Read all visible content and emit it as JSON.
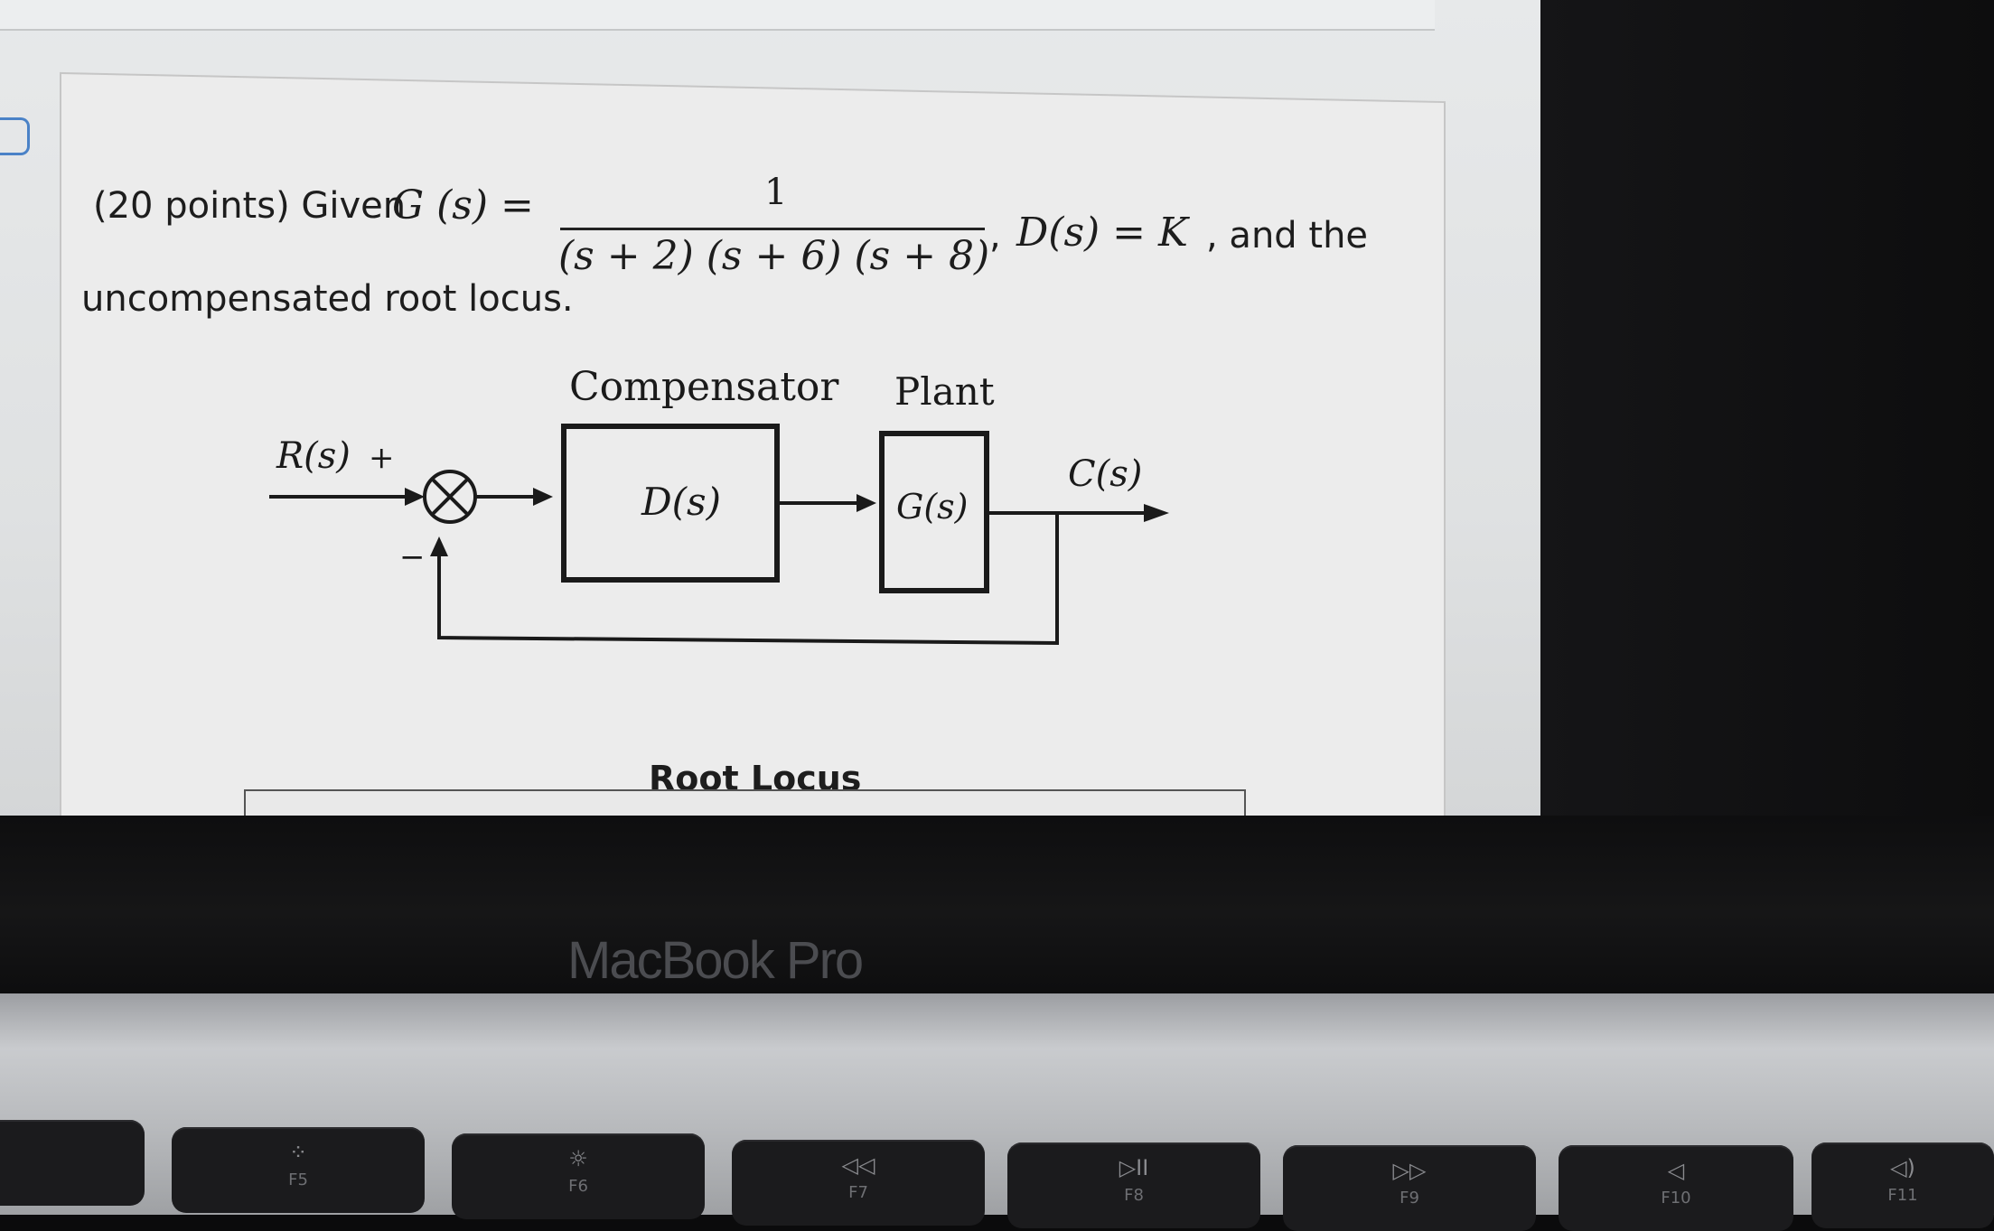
{
  "question": {
    "points_prefix": "(20 points) Given ",
    "g_of_s": "G (s) =",
    "numerator": "1",
    "denominator": "(s + 2) (s + 6) (s + 8)",
    "separator": ",",
    "d_of_s": "D(s) = K",
    "and_the": ", and the",
    "second_line": "uncompensated root locus."
  },
  "diagram": {
    "compensator_label": "Compensator",
    "plant_label": "Plant",
    "input_label": "R(s)",
    "plus_sign": "+",
    "minus_sign": "−",
    "compensator_block": "D(s)",
    "plant_block": "G(s)",
    "output_label": "C(s)"
  },
  "root_locus": {
    "title": "Root Locus"
  },
  "laptop": {
    "brand": "MacBook Pro",
    "keys": [
      {
        "glyph": "⁘",
        "fn": "F5"
      },
      {
        "glyph": "☼",
        "fn": "F6"
      },
      {
        "glyph": "◁◁",
        "fn": "F7"
      },
      {
        "glyph": "▷II",
        "fn": "F8"
      },
      {
        "glyph": "▷▷",
        "fn": "F9"
      },
      {
        "glyph": "◁",
        "fn": "F10"
      },
      {
        "glyph": "◁)",
        "fn": "F11"
      }
    ]
  }
}
